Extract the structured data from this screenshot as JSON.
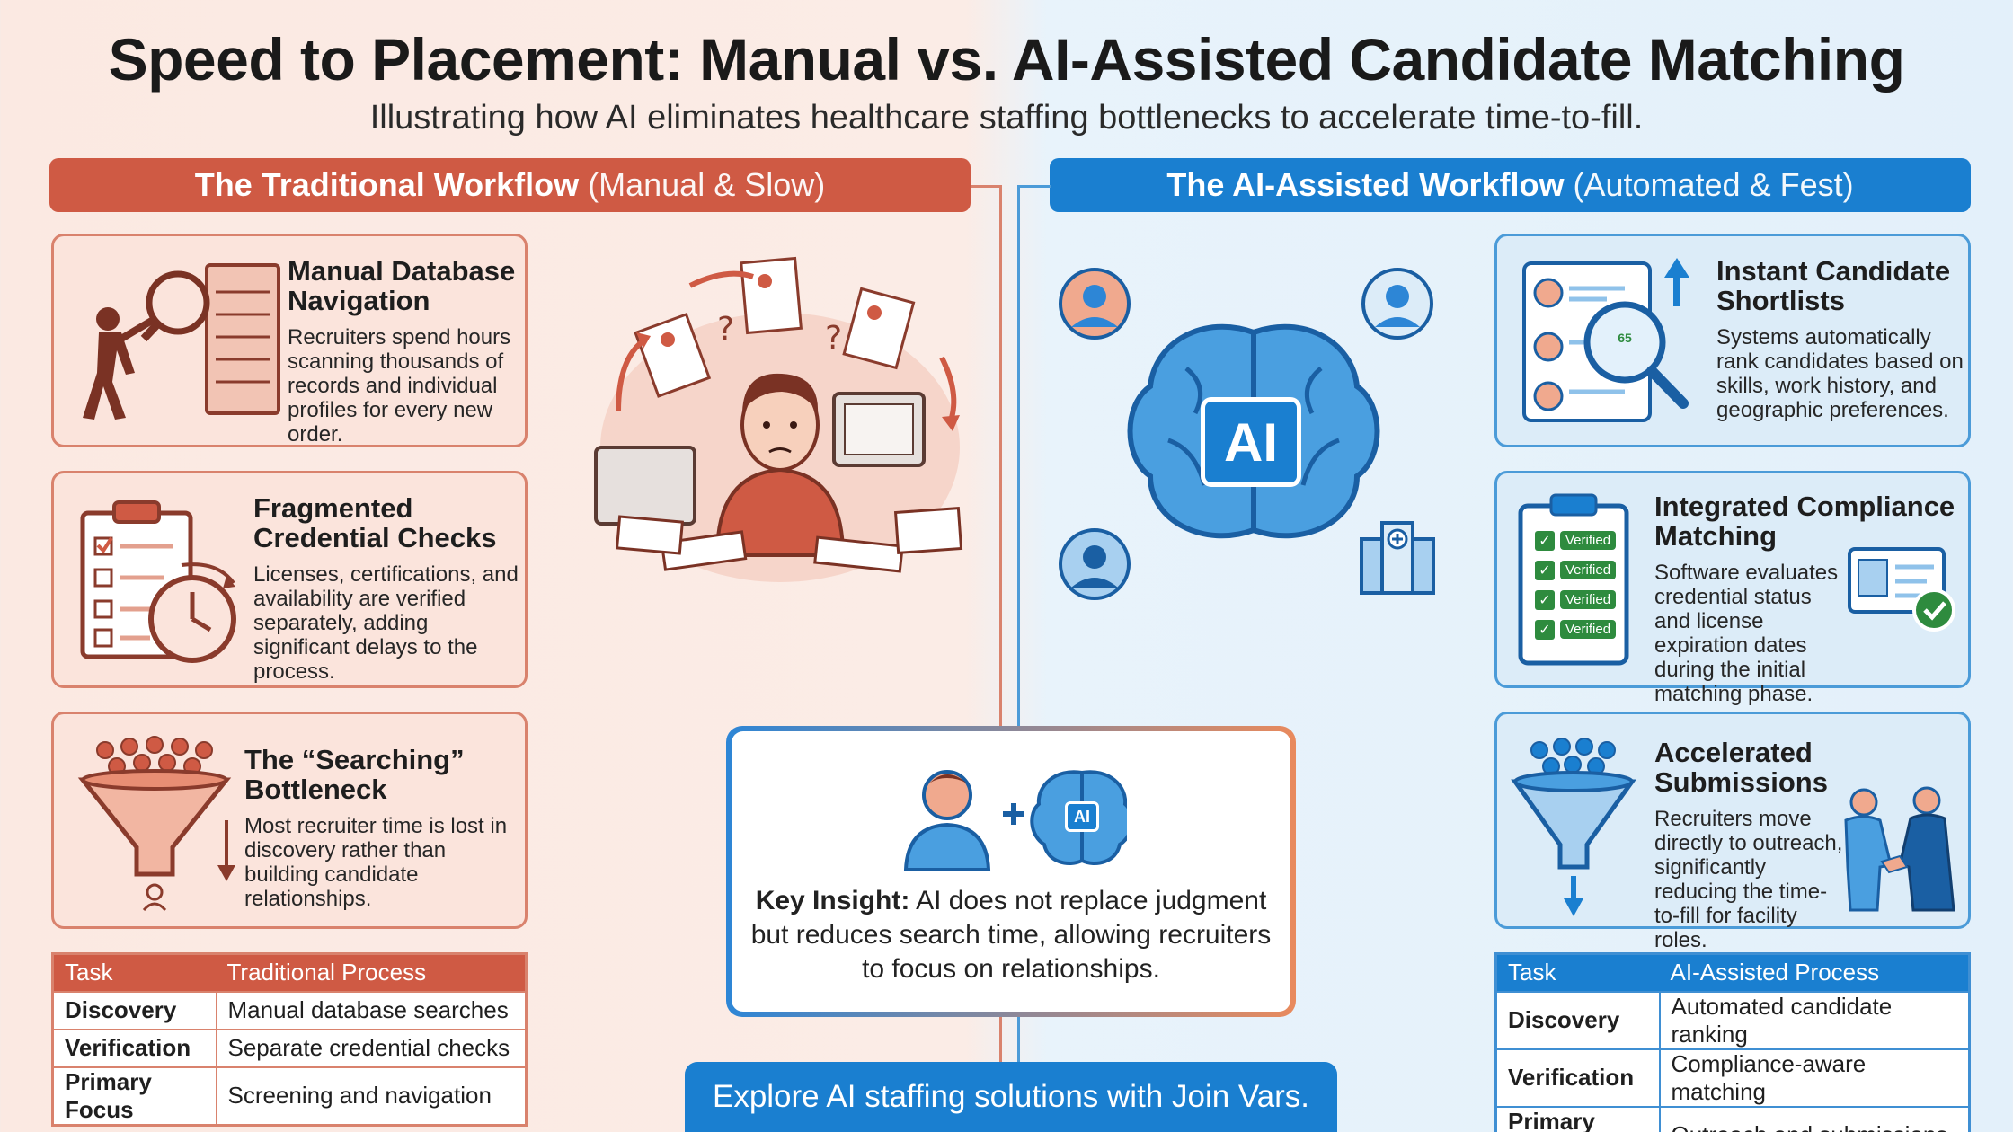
{
  "title": "Speed to Placement: Manual vs. AI-Assisted Candidate Matching",
  "subtitle": "Illustrating how AI eliminates healthcare staffing bottlenecks to accelerate time-to-fill.",
  "traditional": {
    "header_bold": "The Traditional Workflow",
    "header_light": "(Manual & Slow)",
    "cards": [
      {
        "title": "Manual Database Navigation",
        "body": "Recruiters spend hours scanning thousands of records and individual profiles for every new order."
      },
      {
        "title": "Fragmented Credential Checks",
        "body": "Licenses, certifications, and availability are verified separately, adding significant delays to the process."
      },
      {
        "title": "The “Searching” Bottleneck",
        "body": "Most recruiter time is lost in discovery rather than building candidate relationships."
      }
    ],
    "table": {
      "headers": [
        "Task",
        "Traditional Process"
      ],
      "rows": [
        [
          "Discovery",
          "Manual database searches"
        ],
        [
          "Verification",
          "Separate credential checks"
        ],
        [
          "Primary Focus",
          "Screening and navigation"
        ]
      ]
    }
  },
  "ai": {
    "header_bold": "The AI-Assisted Workflow",
    "header_light": "(Automated & Fest)",
    "brain_label": "AI",
    "cards": [
      {
        "title": "Instant Candidate Shortlists",
        "body": "Systems automatically rank candidates based on skills, work history, and geographic preferences.",
        "score": "65"
      },
      {
        "title": "Integrated Compliance Matching",
        "body": "Software evaluates credential status and license expiration dates during the initial matching phase.",
        "badge": "Verified"
      },
      {
        "title": "Accelerated Submissions",
        "body": "Recruiters move directly to outreach, significantly reducing the time-to-fill for facility roles."
      }
    ],
    "table": {
      "headers": [
        "Task",
        "AI-Assisted Process"
      ],
      "rows": [
        [
          "Discovery",
          "Automated candidate ranking"
        ],
        [
          "Verification",
          "Compliance-aware matching"
        ],
        [
          "Primary Focus",
          "Outreach and submissions"
        ]
      ]
    }
  },
  "insight": {
    "lead": "Key Insight:",
    "text": "AI does not replace judgment but reduces search time, allowing recruiters to focus on relationships.",
    "icon_label": "AI"
  },
  "cta": "Explore AI staffing solutions with Join Vars.",
  "colors": {
    "traditional": "#cf5a44",
    "ai": "#1a7fd0",
    "check": "#2e8b3e"
  }
}
